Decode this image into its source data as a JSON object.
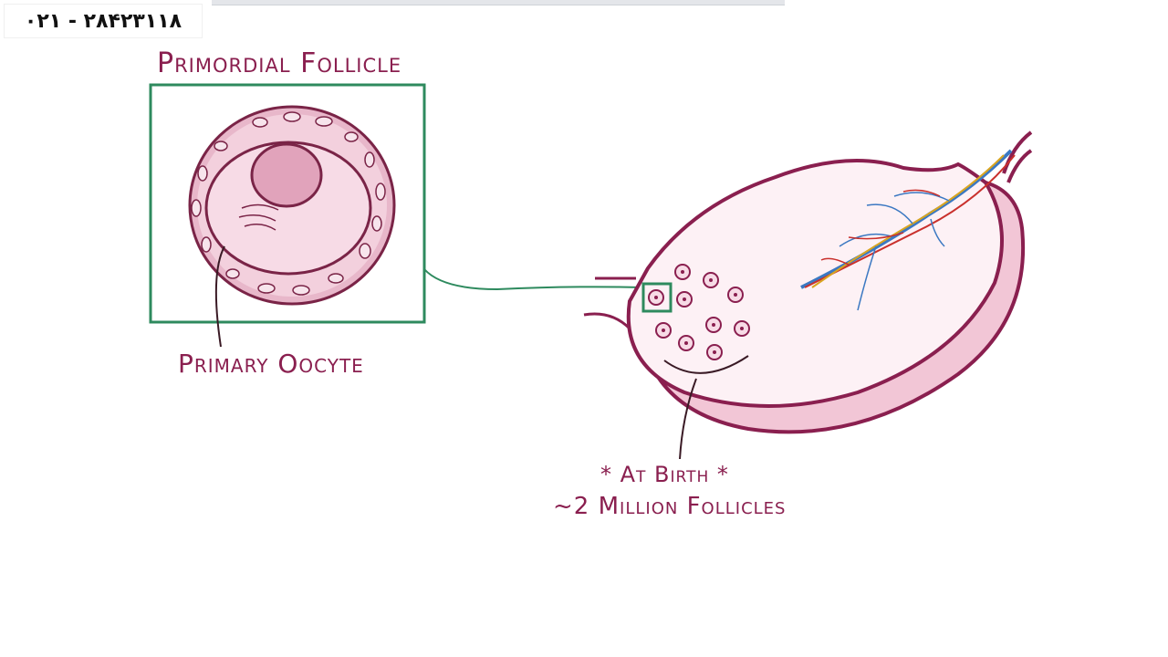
{
  "phone": "۰۲۱ - ۲۸۴۲۳۱۱۸",
  "labels": {
    "primordial_follicle": "Primordial Follicle",
    "primary_oocyte": "Primary Oocyte",
    "at_birth": "* At Birth *",
    "follicle_count": "~2 Million Follicles"
  },
  "colors": {
    "ink": "#8a1f4f",
    "box": "#2e8a5e",
    "fill": "#f7dbe6"
  }
}
